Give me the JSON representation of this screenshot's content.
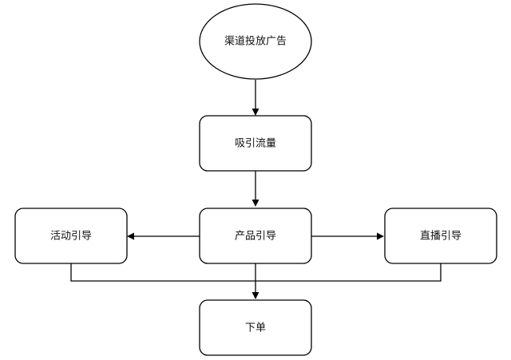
{
  "diagram": {
    "nodes": {
      "channel_ads": "渠道投放广告",
      "traffic": "吸引流量",
      "activity_guide": "活动引导",
      "product_guide": "产品引导",
      "live_guide": "直播引导",
      "order": "下单"
    }
  }
}
